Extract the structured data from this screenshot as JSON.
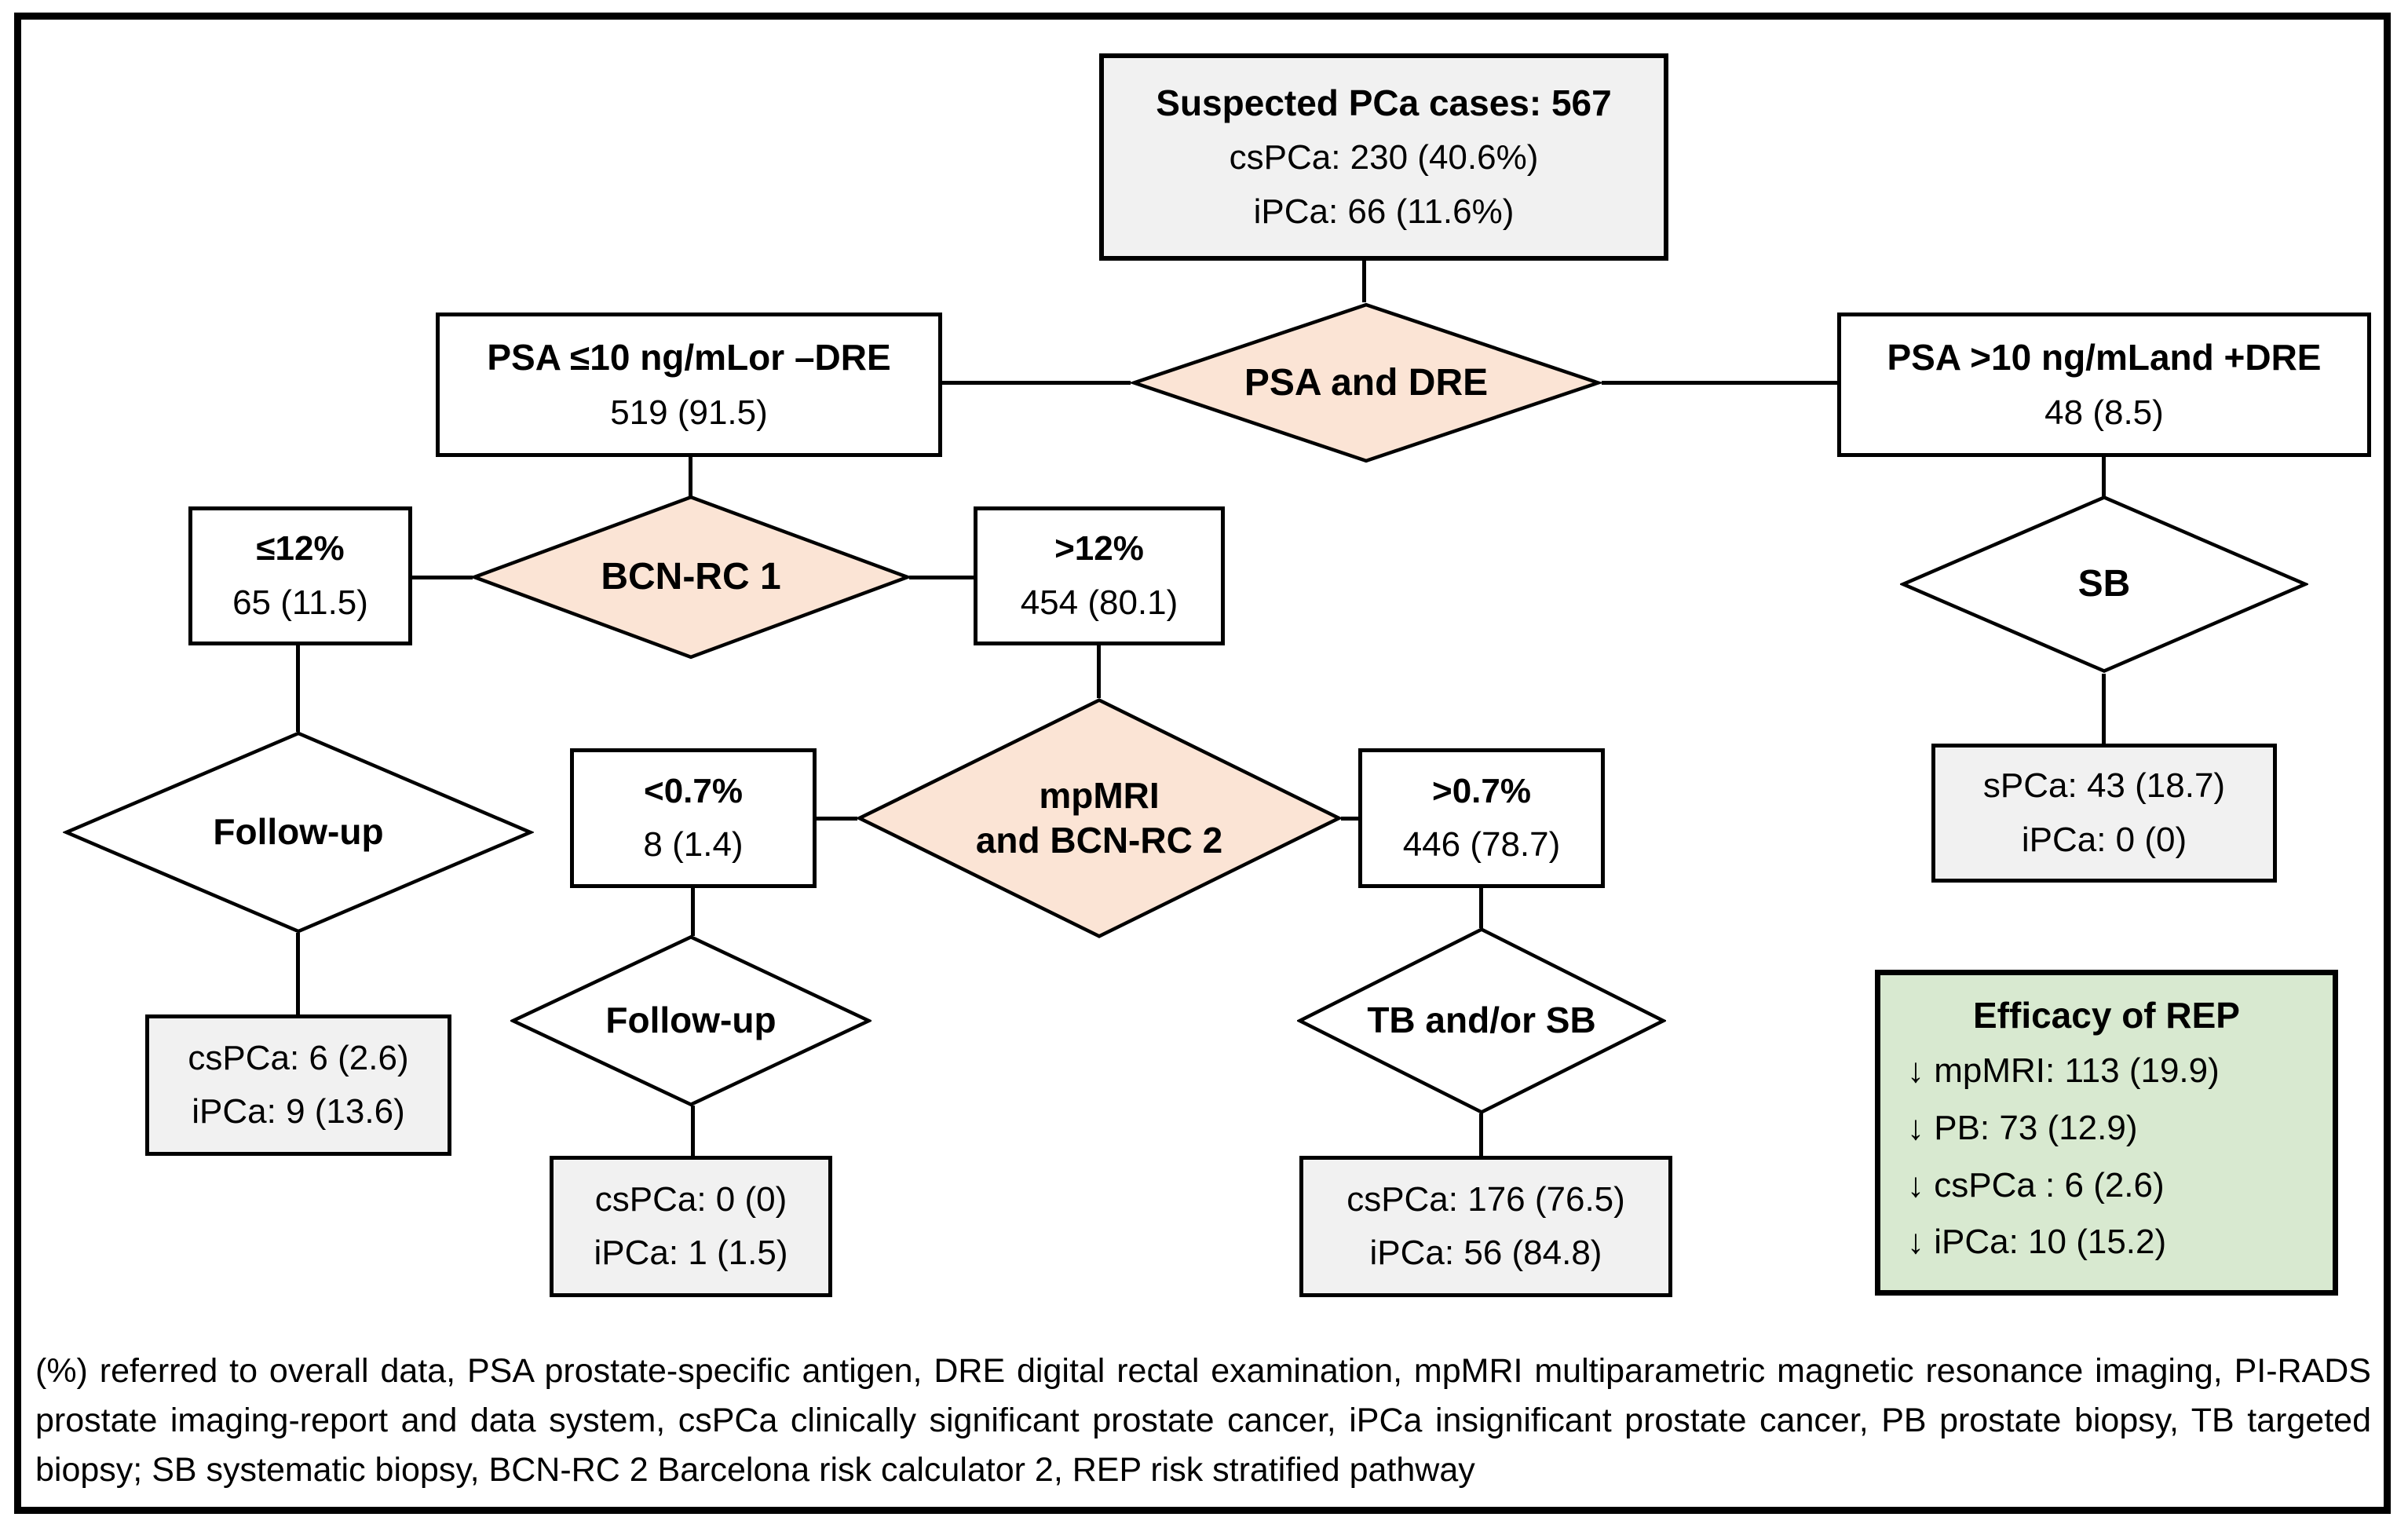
{
  "figure": {
    "type": "clinical-flowchart",
    "footnote": "(%) referred to overall data, PSA prostate-specific antigen, DRE digital rectal examination, mpMRI multiparametric magnetic resonance imaging, PI-RADS prostate imaging-report and data system, csPCa clinically significant prostate cancer, iPCa insignificant prostate cancer, PB prostate biopsy, TB targeted biopsy; SB systematic biopsy, BCN-RC 2 Barcelona risk calculator 2, REP risk stratified pathway"
  },
  "colors": {
    "decision_fill": "#fbe4d5",
    "result_fill": "#f1f1f1",
    "efficacy_fill": "#d8e9d0",
    "plain_fill": "#ffffff",
    "line": "#000000"
  },
  "nodes": {
    "suspected": {
      "title": "Suspected PCa cases: 567",
      "cspca": "csPCa: 230 (40.6%)",
      "ipca": "iPCa: 66 (11.6%)"
    },
    "psa_dre": {
      "label": "PSA and DRE"
    },
    "psa_low": {
      "title": "PSA ≤10 ng/mLor –DRE",
      "value": "519 (91.5)"
    },
    "psa_high": {
      "title": "PSA >10 ng/mLand +DRE",
      "value": "48 (8.5)"
    },
    "bcn_rc1": {
      "label": "BCN-RC 1"
    },
    "le12": {
      "title": "≤12%",
      "value": "65 (11.5)"
    },
    "gt12": {
      "title": ">12%",
      "value": "454 (80.1)"
    },
    "sb": {
      "label": "SB"
    },
    "spca": {
      "line1": "sPCa: 43 (18.7)",
      "line2": "iPCa: 0 (0)"
    },
    "mpmri": {
      "label_line1": "mpMRI",
      "label_line2": "and BCN-RC 2"
    },
    "lt07": {
      "title": "<0.7%",
      "value": "8 (1.4)"
    },
    "gt07": {
      "title": ">0.7%",
      "value": "446 (78.7)"
    },
    "followup_left": {
      "label": "Follow-up"
    },
    "cspca_left": {
      "line1": "csPCa: 6 (2.6)",
      "line2": "iPCa: 9 (13.6)"
    },
    "followup_mid": {
      "label": "Follow-up"
    },
    "cspca_mid": {
      "line1": "csPCa: 0 (0)",
      "line2": "iPCa: 1 (1.5)"
    },
    "tb_sb": {
      "label": "TB and/or SB"
    },
    "cspca_right": {
      "line1": "csPCa: 176 (76.5)",
      "line2": "iPCa: 56 (84.8)"
    },
    "efficacy": {
      "title": "Efficacy of REP",
      "items": [
        "↓ mpMRI: 113 (19.9)",
        "↓ PB: 73 (12.9)",
        "↓ csPCa : 6 (2.6)",
        "↓ iPCa: 10 (15.2)"
      ]
    }
  }
}
